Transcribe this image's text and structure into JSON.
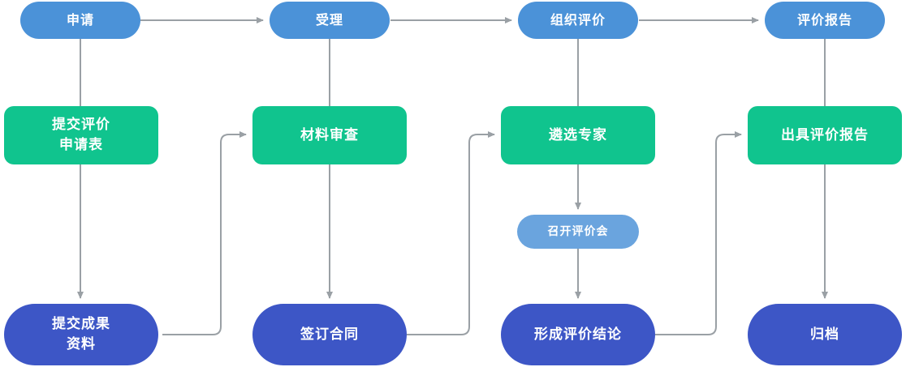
{
  "palette": {
    "stage_blue": "#4b92d8",
    "process_green": "#10c48e",
    "result_blue": "#3d56c6",
    "meeting_blue": "#6aa4de",
    "connector_gray": "#9aa0a5",
    "text_white": "#ffffff",
    "background": "#ffffff"
  },
  "flowchart": {
    "stages": [
      {
        "label": "申请"
      },
      {
        "label": "受理"
      },
      {
        "label": "组织评价"
      },
      {
        "label": "评价报告"
      }
    ],
    "processes": [
      {
        "label": "提交评价\n申请表"
      },
      {
        "label": "材料审查"
      },
      {
        "label": "遴选专家"
      },
      {
        "label": "出具评价报告"
      }
    ],
    "meeting": {
      "label": "召开评价会"
    },
    "results": [
      {
        "label": "提交成果\n资料"
      },
      {
        "label": "签订合同"
      },
      {
        "label": "形成评价结论"
      },
      {
        "label": "归档"
      }
    ]
  }
}
